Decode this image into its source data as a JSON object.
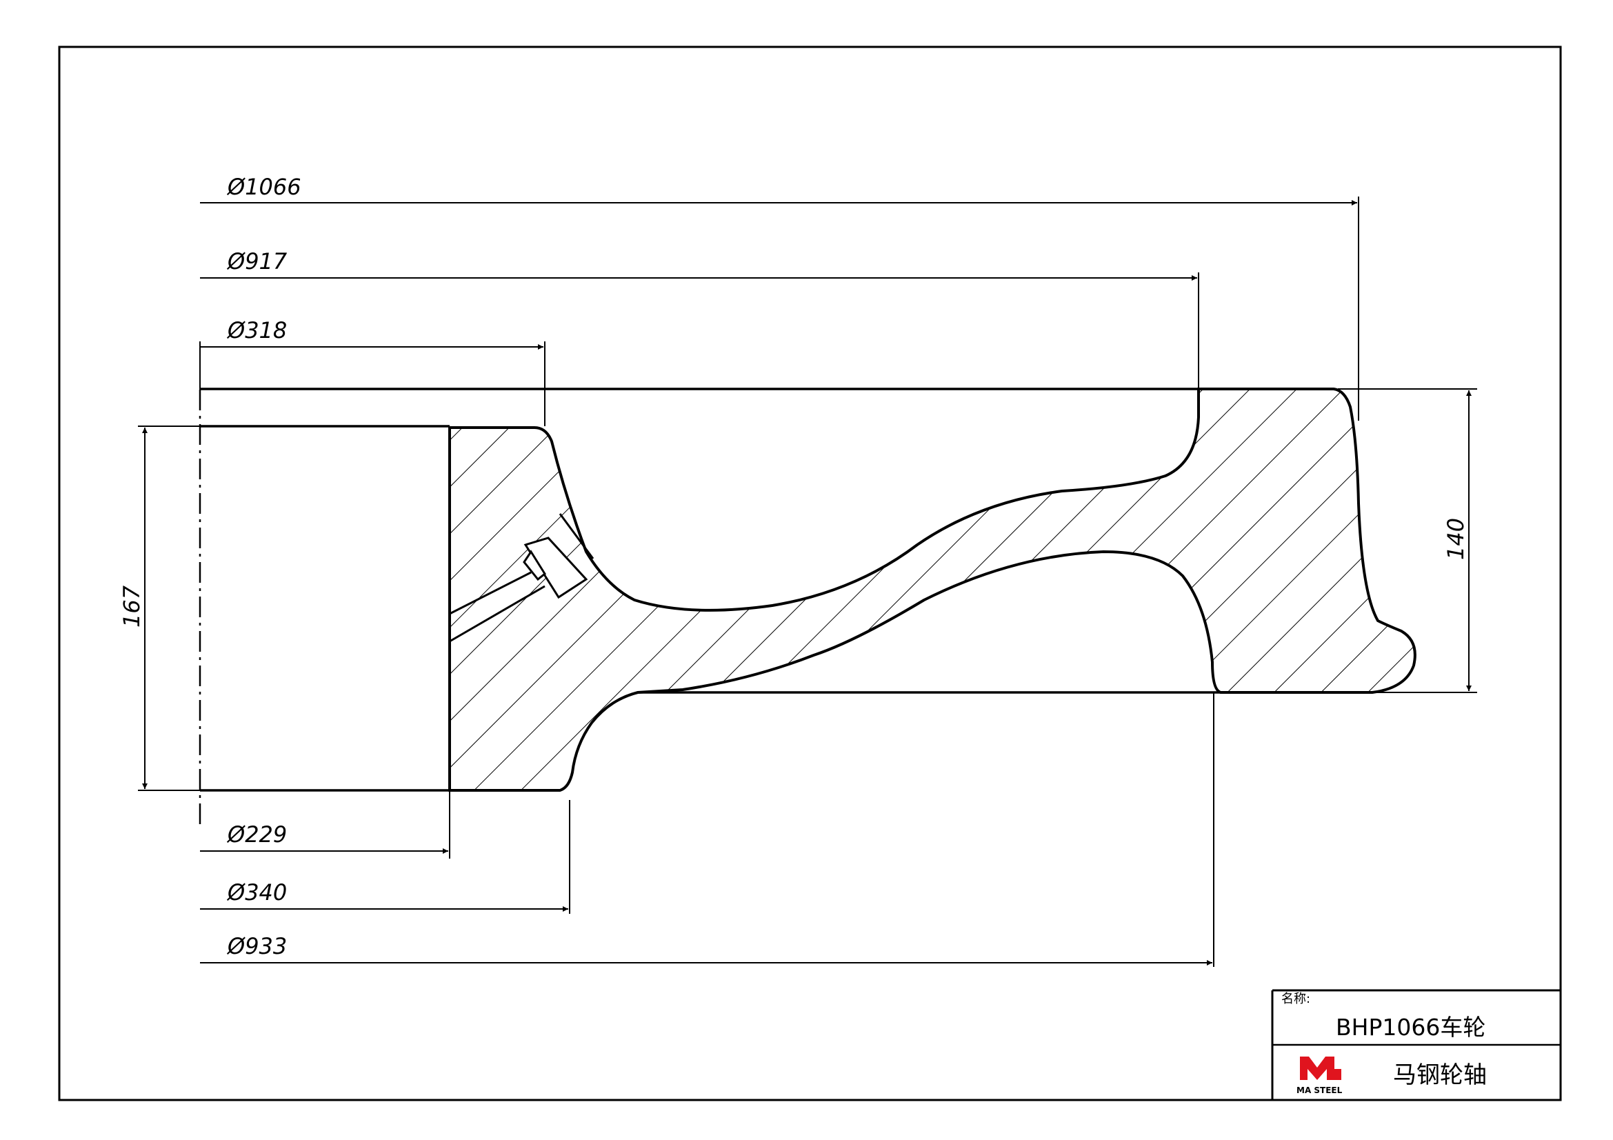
{
  "dimensions": {
    "d1066": "Ø1066",
    "d917": "Ø917",
    "d318": "Ø318",
    "d229": "Ø229",
    "d340": "Ø340",
    "d933": "Ø933",
    "h167": "167",
    "h140": "140"
  },
  "title_block": {
    "name_label": "名称:",
    "name_value": "BHP1066车轮",
    "company": "马钢轮轴",
    "logo_text": "MA STEEL"
  },
  "colors": {
    "line": "#000000",
    "logo": "#e0141e"
  }
}
